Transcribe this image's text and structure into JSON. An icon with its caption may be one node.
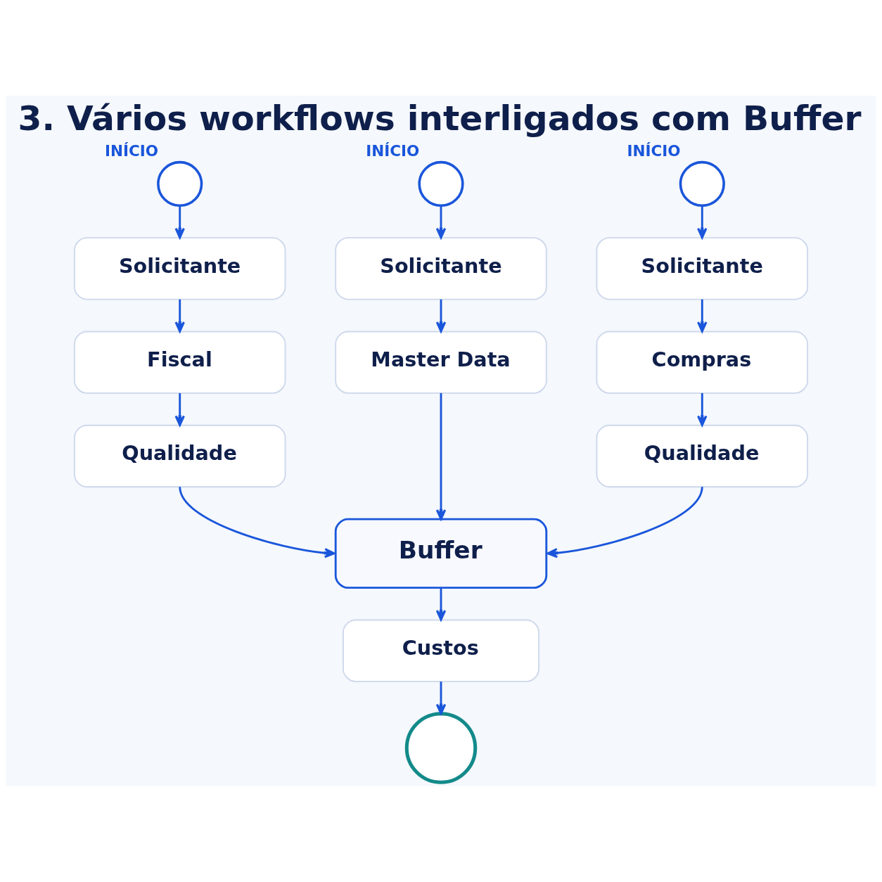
{
  "diagram": {
    "title": "3. Vários workflows interligados com Buffer",
    "nodes": [
      {
        "text": [],
        "shape": "circle",
        "beside": [
          "INÍCIO"
        ]
      },
      {
        "text": [],
        "shape": "circle",
        "beside": [
          "INÍCIO"
        ]
      },
      {
        "text": [],
        "shape": "circle",
        "beside": [
          "INÍCIO"
        ]
      },
      {
        "text": [
          "Solicitante"
        ]
      },
      {
        "text": [
          "Solicitante"
        ]
      },
      {
        "text": [
          "Solicitante"
        ]
      },
      {
        "text": [
          "Fiscal"
        ]
      },
      {
        "text": [
          "Master Data"
        ]
      },
      {
        "text": [
          "Compras"
        ]
      },
      {
        "text": [
          "Qualidade"
        ]
      },
      {
        "text": [
          "Qualidade"
        ]
      },
      {
        "text": [
          "Buffer"
        ]
      },
      {
        "text": [
          "Custos"
        ]
      },
      {
        "text": [],
        "shape": "circle"
      }
    ],
    "edges": [
      {
        "from": 0,
        "to": 3,
        "arrow": "to"
      },
      {
        "from": 1,
        "to": 4,
        "arrow": "to"
      },
      {
        "from": 2,
        "to": 5,
        "arrow": "to"
      },
      {
        "from": 3,
        "to": 6,
        "arrow": "to"
      },
      {
        "from": 4,
        "to": 7,
        "arrow": "to"
      },
      {
        "from": 5,
        "to": 8,
        "arrow": "to"
      },
      {
        "from": 6,
        "to": 9,
        "arrow": "to"
      },
      {
        "from": 8,
        "to": 10,
        "arrow": "to"
      },
      {
        "from": 9,
        "to": 11,
        "arrow": "to"
      },
      {
        "from": 7,
        "to": 11,
        "arrow": "to"
      },
      {
        "from": 10,
        "to": 11,
        "arrow": "to"
      },
      {
        "from": 11,
        "to": 12,
        "arrow": "to"
      },
      {
        "from": 12,
        "to": 13,
        "arrow": "to"
      }
    ]
  }
}
